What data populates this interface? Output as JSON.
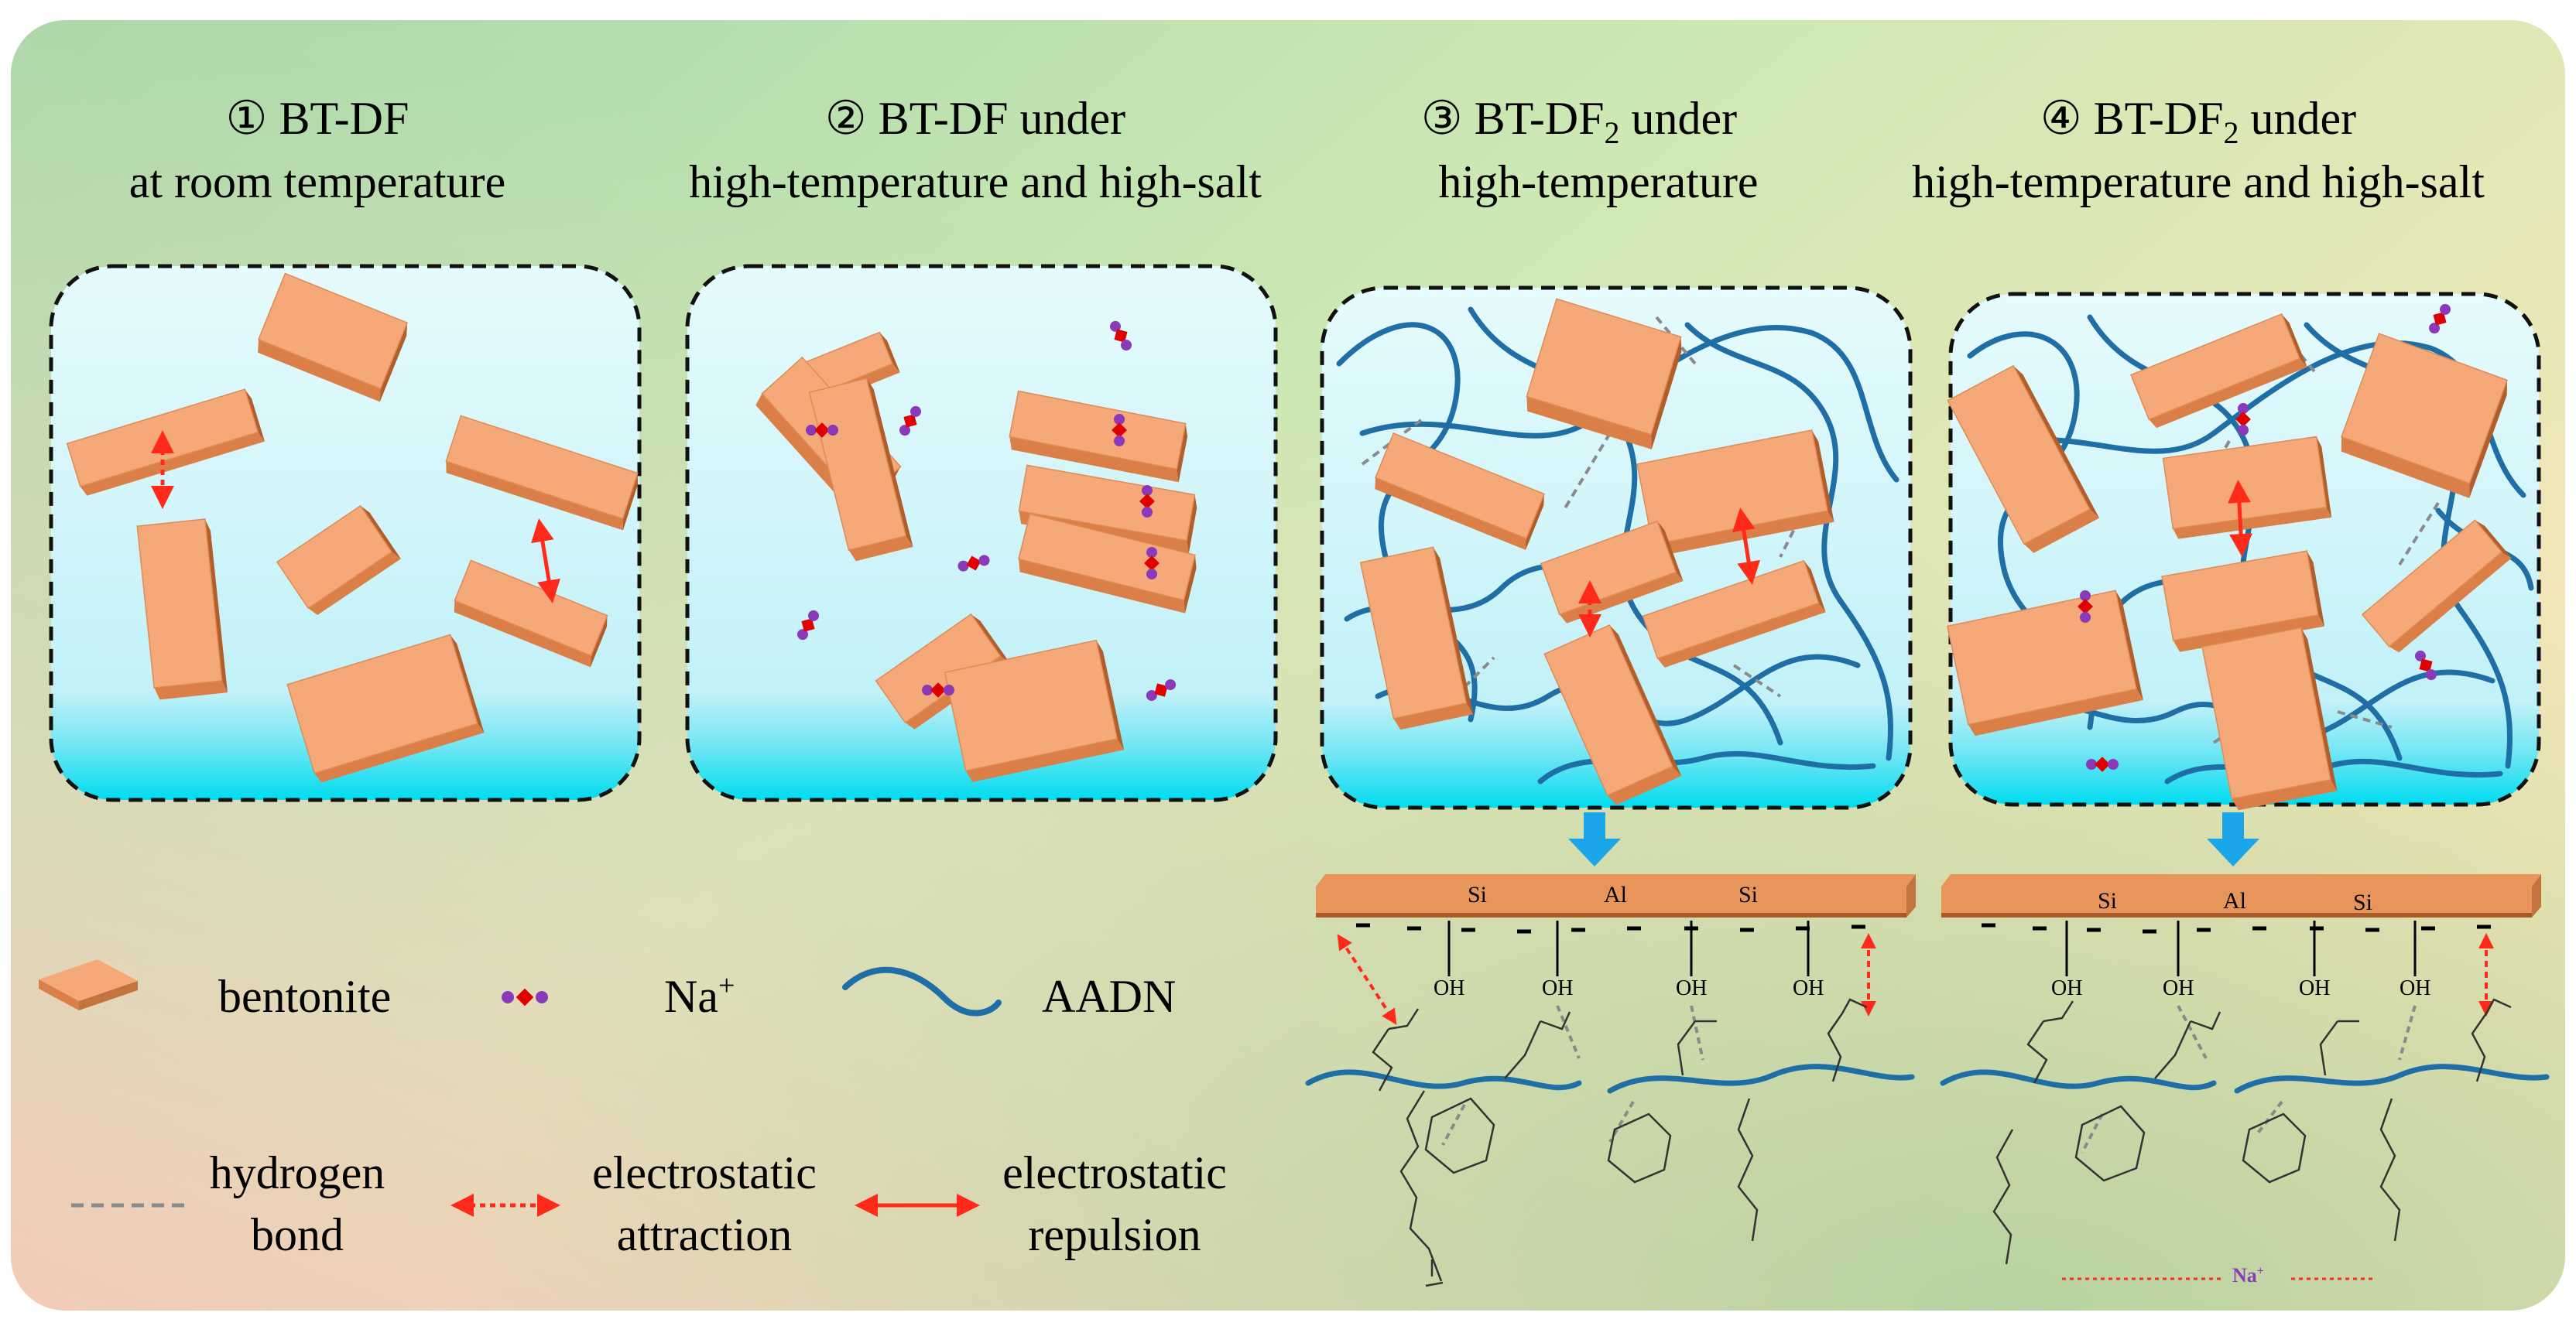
{
  "panels": [
    {
      "num": "①",
      "title_line1": "BT-DF",
      "title_line2": "at room temperature"
    },
    {
      "num": "②",
      "title_line1": "BT-DF under",
      "title_line2": "high-temperature and high-salt"
    },
    {
      "num": "③",
      "title_line1_pre": "BT-DF",
      "title_line1_sub": "2",
      "title_line1_post": " under",
      "title_line2": "high-temperature"
    },
    {
      "num": "④",
      "title_line1_pre": "BT-DF",
      "title_line1_sub": "2",
      "title_line1_post": " under",
      "title_line2": "high-temperature and high-salt"
    }
  ],
  "surface_atoms": [
    "Si",
    "Al",
    "Si"
  ],
  "oh_label": "OH",
  "legend": {
    "bentonite": "bentonite",
    "na_base": "Na",
    "na_sup": "+",
    "aadn": "AADN",
    "hydrogen_bond_1": "hydrogen",
    "hydrogen_bond_2": "bond",
    "attraction_1": "electrostatic",
    "attraction_2": "attraction",
    "repulsion_1": "electrostatic",
    "repulsion_2": "repulsion"
  },
  "salt_bridge": {
    "base": "Na",
    "sup": "+"
  },
  "colors": {
    "plate_top": "#f5a878",
    "plate_side": "#d97f47",
    "plate_edge": "#b25e2a",
    "aadn": "#1f6fa6",
    "arrow": "#ff2a1a",
    "na_ion": "#e00000",
    "na_counter": "#8a3ab9",
    "hbond": "#8a8a8a",
    "box_fill": "#c8f2f8",
    "box_floor": "#00dbef",
    "down_arrow": "#1aa6e8"
  }
}
